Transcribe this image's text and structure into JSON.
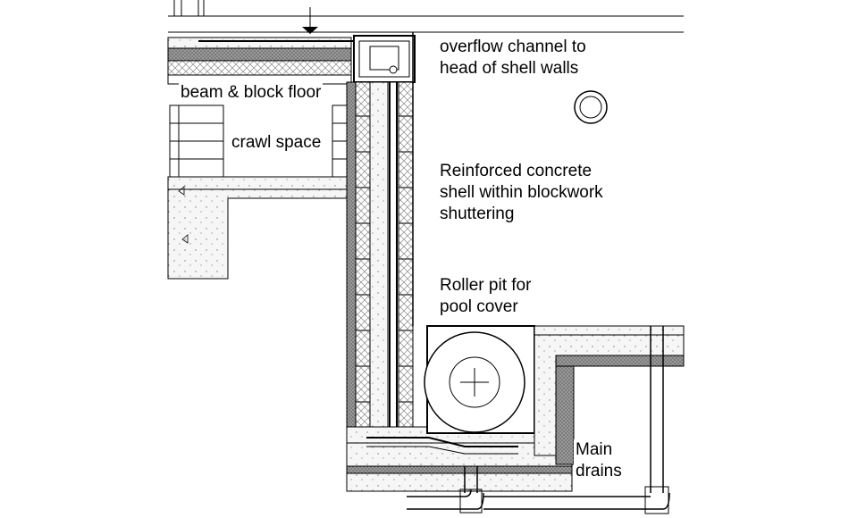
{
  "labels": {
    "overflow_channel": [
      "overflow channel to",
      "head of shell walls"
    ],
    "beam_block_floor": "beam & block floor",
    "crawl_space": "crawl space",
    "concrete_shell": [
      "Reinforced concrete",
      "shell within blockwork",
      "shuttering"
    ],
    "roller_pit": [
      "Roller pit for",
      "pool cover"
    ],
    "main_drains": [
      "Main",
      "drains"
    ]
  },
  "colors": {
    "line": "#000000",
    "hatch": "#7a7a7a",
    "concrete_fill": "#f2f2f2",
    "insulation": "#cfcfcf"
  }
}
